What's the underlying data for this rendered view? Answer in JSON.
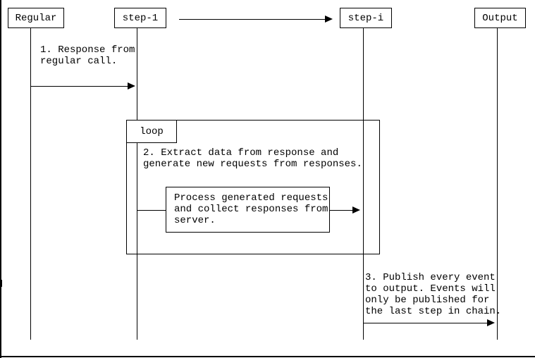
{
  "page": {
    "background_color": "#ffffff",
    "line_color": "#000000"
  },
  "diagram": {
    "type": "sequence",
    "participants": [
      {
        "id": "regular",
        "label": "Regular"
      },
      {
        "id": "step-1",
        "label": "step-1"
      },
      {
        "id": "step-i",
        "label": "step-i"
      },
      {
        "id": "output",
        "label": "Output"
      }
    ],
    "fragment": {
      "label": "loop"
    },
    "messages": [
      {
        "id": "msg1",
        "from": "Regular",
        "to": "step-1",
        "text": "1. Response from\nregular call."
      },
      {
        "id": "chain-arrow",
        "from": "step-1",
        "to": "step-i",
        "text": ""
      },
      {
        "id": "msg2",
        "from": "step-1",
        "text": "2. Extract data from response and\ngenerate new requests from responses."
      },
      {
        "id": "process",
        "from": "step-1",
        "to": "step-i",
        "text": "Process generated requests\nand collect responses from\nserver."
      },
      {
        "id": "msg3",
        "from": "step-i",
        "to": "Output",
        "text": "3. Publish every event\nto output. Events will\nonly be published for\nthe last step in chain."
      }
    ]
  }
}
